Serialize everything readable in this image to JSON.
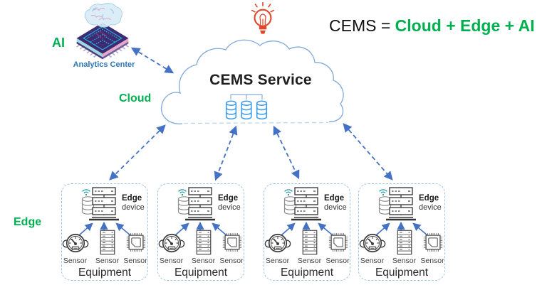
{
  "equation": {
    "prefix": "CEMS = ",
    "suffix": "Cloud + Edge + AI"
  },
  "ai_section": {
    "label": "AI",
    "caption": "Analytics Center"
  },
  "cloud_section": {
    "zone_label": "Cloud",
    "service_title": "CEMS Service"
  },
  "edge_section": {
    "zone_label": "Edge"
  },
  "equipment_boxes": [
    {
      "device_name_bold": "Edge",
      "device_name_rest": "device",
      "sensor_labels": [
        "Sensor",
        "Sensor",
        "Sensor"
      ],
      "equipment_label": "Equipment"
    },
    {
      "device_name_bold": "Edge",
      "device_name_rest": "device",
      "sensor_labels": [
        "Sensor",
        "Sensor",
        "Sensor"
      ],
      "equipment_label": "Equipment"
    },
    {
      "device_name_bold": "Edge",
      "device_name_rest": "device",
      "sensor_labels": [
        "Sensor",
        "Sensor",
        "Sensor"
      ],
      "equipment_label": "Equipment"
    },
    {
      "device_name_bold": "Edge",
      "device_name_rest": "device",
      "sensor_labels": [
        "Sensor",
        "Sensor",
        "Sensor"
      ],
      "equipment_label": "Equipment"
    }
  ],
  "colors": {
    "green": "#00B050",
    "arrow_blue": "#4472C4",
    "cloud_outline": "#7FA8D9",
    "box_border": "#9DC3E6",
    "database_blue": "#3E9BE9",
    "analytics_blue": "#2E75B6",
    "bulb_red": "#E0472B"
  }
}
